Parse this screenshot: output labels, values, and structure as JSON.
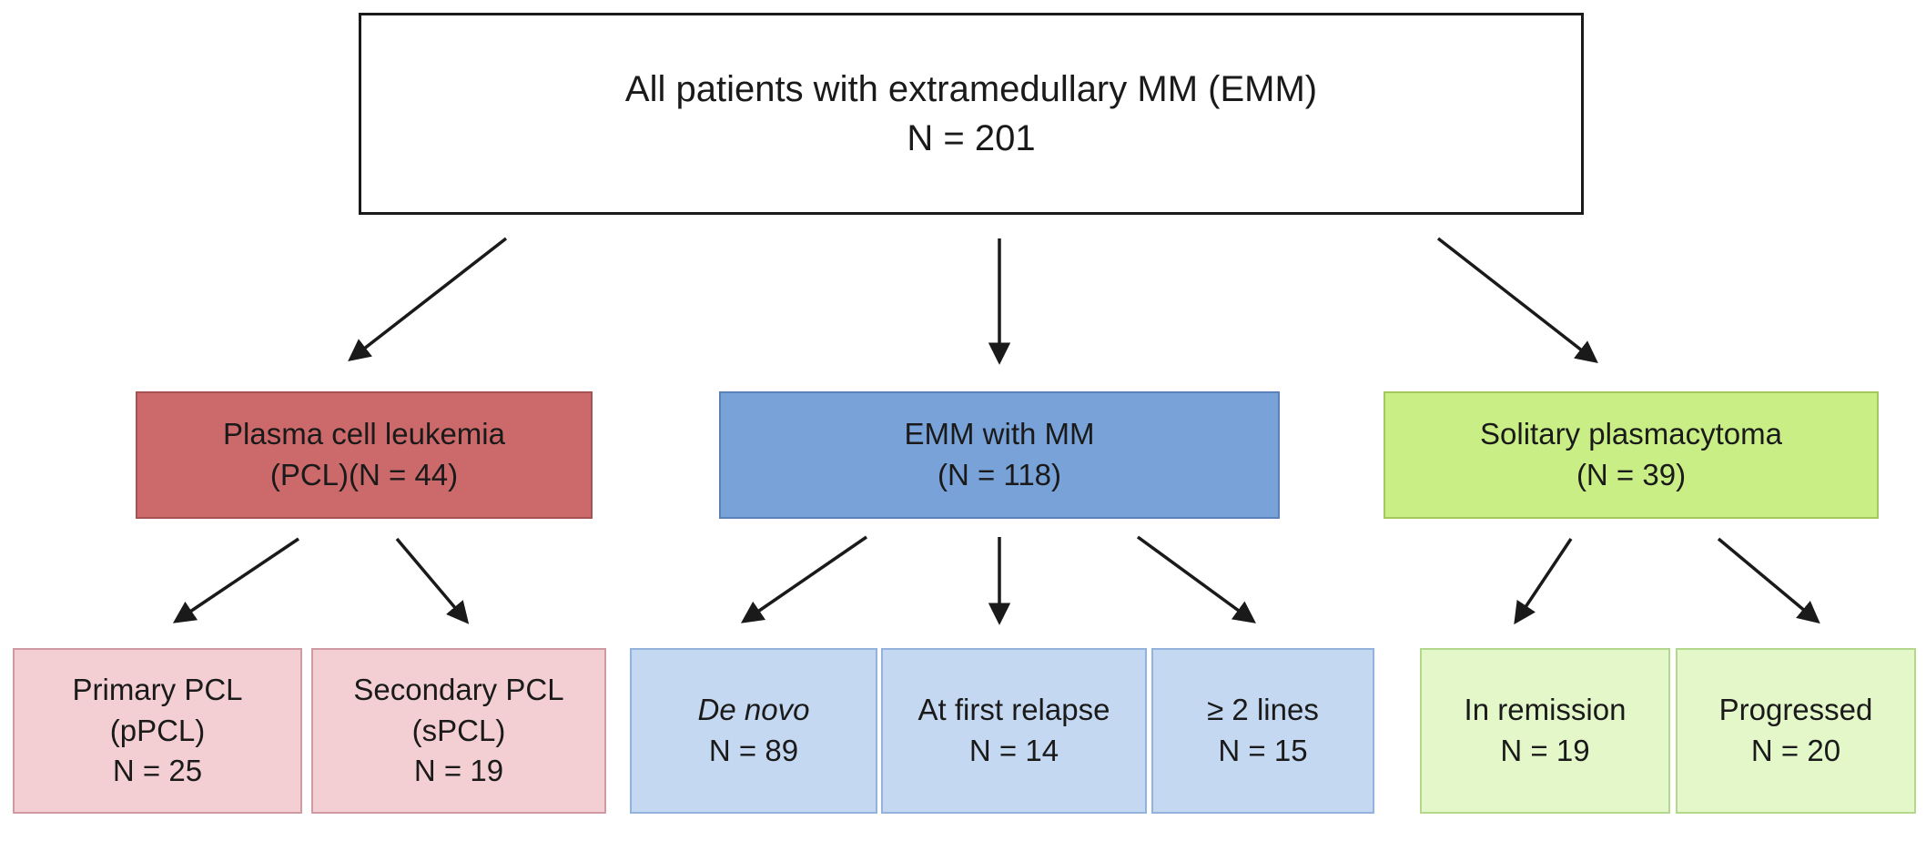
{
  "diagram": {
    "arrow_color": "#1a1a1a",
    "root": {
      "line1": "All patients with extramedullary MM (EMM)",
      "line2": "N = 201",
      "fill": "#ffffff",
      "border": "#1a1a1a"
    },
    "level2": {
      "pcl": {
        "line1": "Plasma cell leukemia",
        "line2": "(PCL)(N = 44)",
        "fill": "#cc696a",
        "border": "#a65252"
      },
      "emm": {
        "line1": "EMM with MM",
        "line2": "(N = 118)",
        "fill": "#78a2d8",
        "border": "#5a82b8"
      },
      "solitary": {
        "line1": "Solitary plasmacytoma",
        "line2": "(N = 39)",
        "fill": "#c9ee85",
        "border": "#a3c95e"
      }
    },
    "level3": {
      "ppcl": {
        "line1": "Primary PCL",
        "line2": "(pPCL)",
        "line3": "N = 25",
        "fill": "#f3cfd4",
        "border": "#d09aa2"
      },
      "spcl": {
        "line1": "Secondary PCL",
        "line2": "(sPCL)",
        "line3": "N = 19",
        "fill": "#f3cfd4",
        "border": "#d09aa2"
      },
      "denovo": {
        "line1": "De novo",
        "line2": "N = 89",
        "fill": "#c5d8f1",
        "border": "#93b3dd"
      },
      "first_relapse": {
        "line1": "At first relapse",
        "line2": "N = 14",
        "fill": "#c5d8f1",
        "border": "#93b3dd"
      },
      "two_lines": {
        "line1": "≥ 2 lines",
        "line2": "N = 15",
        "fill": "#c5d8f1",
        "border": "#93b3dd"
      },
      "remission": {
        "line1": "In remission",
        "line2": "N = 19",
        "fill": "#e4f7c9",
        "border": "#b4d88b"
      },
      "progressed": {
        "line1": "Progressed",
        "line2": "N = 20",
        "fill": "#e4f7c9",
        "border": "#b4d88b"
      }
    }
  }
}
